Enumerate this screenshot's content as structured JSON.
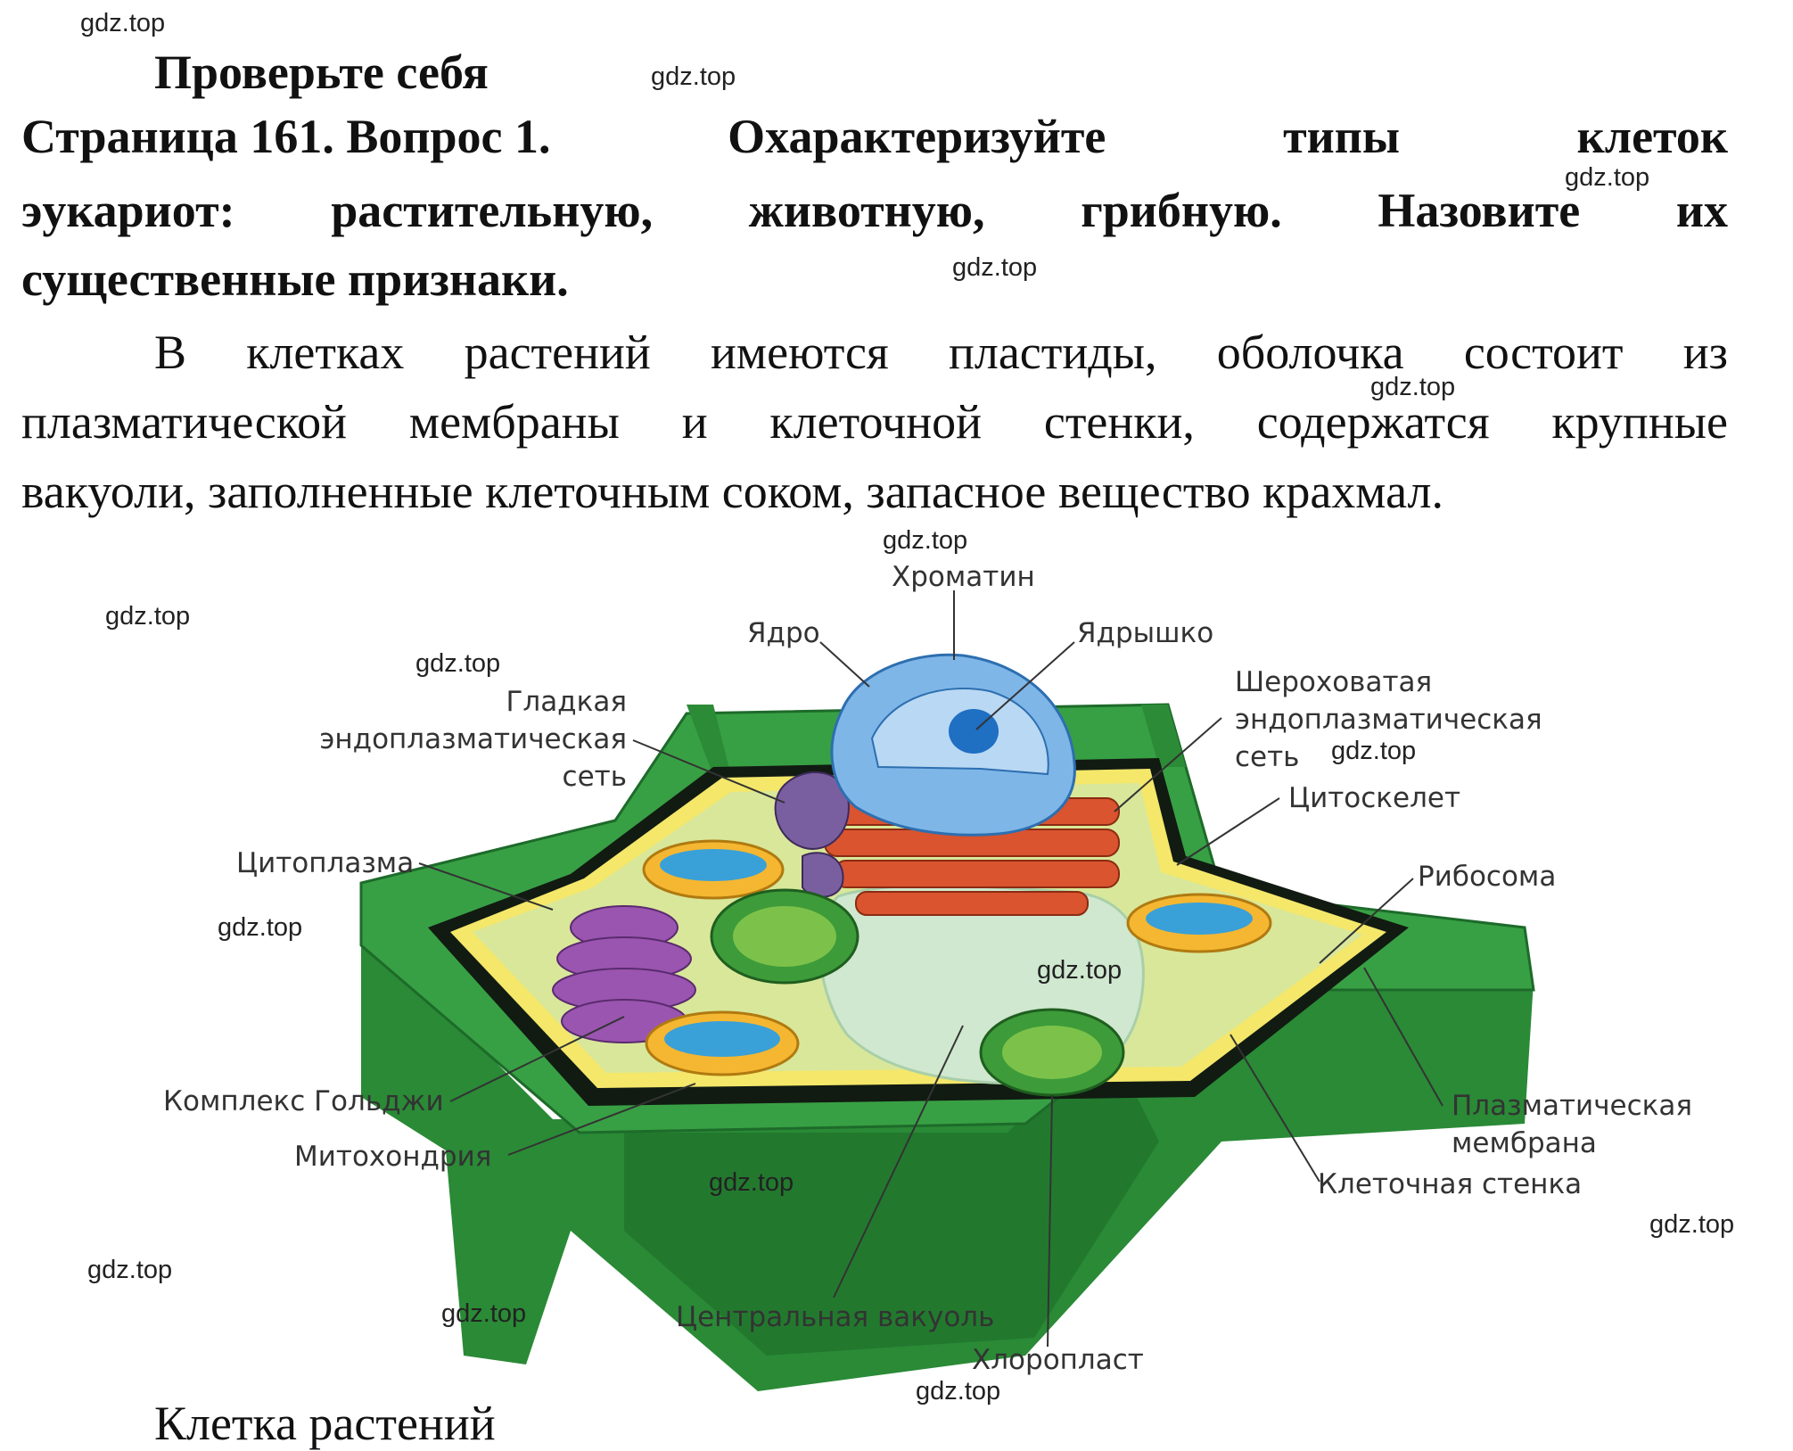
{
  "heading": "Проверьте себя",
  "question": {
    "line1": [
      "Страница 161. Вопрос 1.",
      "Охарактеризуйте",
      "типы",
      "клеток"
    ],
    "line2": [
      "эукариот:",
      "растительную,",
      "животную,",
      "грибную.",
      "Назовите",
      "их"
    ],
    "line3": "существенные признаки."
  },
  "answer": {
    "line1": [
      "В",
      "клетках",
      "растений",
      "имеются",
      "пластиды,",
      "оболочка",
      "состоит",
      "из"
    ],
    "line2": [
      "плазматической",
      "мембраны",
      "и",
      "клеточной",
      "стенки,",
      "содержатся",
      "крупные"
    ],
    "line3": "вакуоли, заполненные клеточным соком, запасное вещество крахмал."
  },
  "diagram_labels": {
    "chromatin": "Хроматин",
    "nucleus": "Ядро",
    "nucleolus": "Ядрышко",
    "smooth_er_1": "Гладкая",
    "smooth_er_2": "эндоплазматическая",
    "smooth_er_3": "сеть",
    "rough_er_1": "Шероховатая",
    "rough_er_2": "эндоплазматическая",
    "rough_er_3": "сеть",
    "cytoskeleton": "Цитоскелет",
    "cytoplasm": "Цитоплазма",
    "ribosome": "Рибосома",
    "golgi": "Комплекс Гольджи",
    "mitochondrion": "Митохондрия",
    "plasma_membrane_1": "Плазматическая",
    "plasma_membrane_2": "мембрана",
    "cell_wall": "Клеточная стенка",
    "central_vacuole": "Центральная вакуоль",
    "chloroplast": "Хлоропласт"
  },
  "caption": "Клетка растений",
  "watermark": "gdz.top",
  "colors": {
    "cell_wall": "#2e8b3a",
    "cell_wall_dark": "#1d6b2a",
    "cytoplasm": "#d9e79a",
    "membrane": "#f4e76a",
    "nucleus": "#7fb6e8",
    "nucleolus": "#1f6fc2",
    "vacuole": "#cfe8cf",
    "rough_er": "#d9542f",
    "golgi": "#9a55b0",
    "mitochondrion": "#f5b731",
    "chloroplast": "#3d9b3a"
  }
}
